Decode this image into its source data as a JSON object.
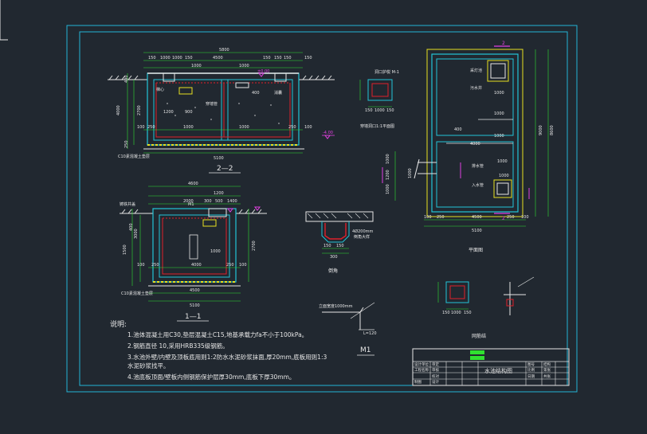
{
  "colors": {
    "background": "#212830",
    "frame": "#24b3d6",
    "wall": "#22c4d8",
    "line": "#e6e6e6",
    "rebar": "#e0202a",
    "magenta": "#e040e0",
    "yellow": "#e8e020",
    "green": "#30e030"
  },
  "section22": {
    "title": "2—2",
    "dims_top": [
      "5800",
      "4500",
      "150",
      "1000",
      "1000",
      "150",
      "150",
      "150",
      "150",
      "1000",
      "1000",
      "150"
    ],
    "dims_bottom": [
      "100",
      "250",
      "1000",
      "1000",
      "250",
      "100"
    ],
    "dims_total": "5100",
    "dims_side": [
      "4000",
      "2700",
      "250",
      "400"
    ],
    "level_top": "±0.00",
    "level_bottom": "-4.00",
    "labels": [
      "C10素混凝土垫层",
      "消囊",
      "穿墙管",
      "梯心",
      "1200",
      "900",
      "400"
    ]
  },
  "section11": {
    "title": "1—1",
    "dims_top": [
      "4600",
      "1200",
      "2000",
      "300",
      "500",
      "1400"
    ],
    "dims_bottom": [
      "100",
      "250",
      "4000",
      "250",
      "100"
    ],
    "dims_total": [
      "4500",
      "5100"
    ],
    "dims_side": [
      "1500",
      "3000",
      "2700",
      "400"
    ],
    "labels": [
      "铸铁井盖",
      "M1",
      "C10素混凝土垫层",
      "1000"
    ]
  },
  "hole_detail": {
    "title": "穿墙洞口1:1平面图",
    "label": "洞口护棁 M-1",
    "dims": [
      "150",
      "1000",
      "150"
    ]
  },
  "fillet": {
    "title": "倒角",
    "dims": [
      "150",
      "150",
      "300"
    ],
    "labels": [
      "4Ø200mm",
      "倒角大样"
    ]
  },
  "m1": {
    "title": "M1",
    "labels": [
      "立面宽度1000mm",
      "L=120"
    ]
  },
  "rebar_detail": {
    "title": "网筋结",
    "dims": [
      "150",
      "1000",
      "150"
    ]
  },
  "plan": {
    "title": "平面图",
    "cut_top": "2",
    "cut_bottom": "2",
    "dims_bottom": [
      "100",
      "250",
      "4500",
      "250",
      "100"
    ],
    "dims_total": "5100",
    "dims_right": [
      "9000",
      "8600"
    ],
    "dims_left": [
      "1000",
      "1200",
      "1000",
      "1000"
    ],
    "dims_inner": [
      "1000",
      "1000",
      "400",
      "1000",
      "4000",
      "1000",
      "1000"
    ],
    "labels": [
      "采灯池",
      "污水井",
      "排水管",
      "入水管"
    ]
  },
  "notes": {
    "heading": "说明:",
    "items": [
      "1.池体混凝土用C30,垫层混凝土C15,地基承载力fa不小于100kPa。",
      "2.钢筋直径 10,采用HRB335级钢筋。",
      "3.水池外壁/内壁及顶板底用则1:2防水水泥砂浆抹面,厚20mm,底板用则1:3",
      "   水泥砂浆找平。",
      "4.池底板顶面/壁板内侧钢筋保护层厚30mm,底板下厚30mm。"
    ]
  },
  "titleblock": {
    "drawing_title": "水池结构图",
    "cells": [
      "设计单位",
      "工程名称",
      "审定",
      "审核",
      "校对",
      "设计",
      "制图",
      "图号",
      "比例",
      "日期",
      "结构",
      "第张",
      "共张"
    ]
  }
}
